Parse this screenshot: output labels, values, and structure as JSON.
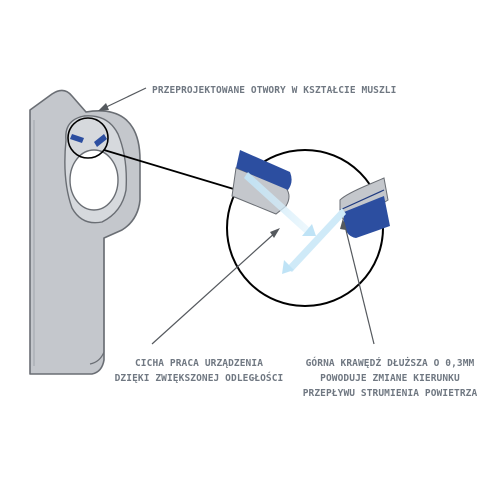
{
  "labels": {
    "holes": "PRZEPROJEKTOWANE OTWORY W KSZTAŁCIE MUSZLI",
    "quiet": [
      "CICHA PRACA URZĄDZENIA",
      "DZIĘKI ZWIĘKSZONEJ ODLEGŁOŚCI"
    ],
    "edge": [
      "GÓRNA KRAWĘDŹ DŁUŻSZA O 0,3MM",
      "POWODUJE ZMIANE KIERUNKU",
      "PRZEPŁYWU STRUMIENIA POWIETRZA"
    ]
  },
  "colors": {
    "body_fill": "#c4c7cc",
    "body_stroke": "#6a6e74",
    "nozzle_blue": "#2c4ea0",
    "airflow": "#bfe3f6",
    "text": "#707882",
    "leader": "#55595e"
  }
}
